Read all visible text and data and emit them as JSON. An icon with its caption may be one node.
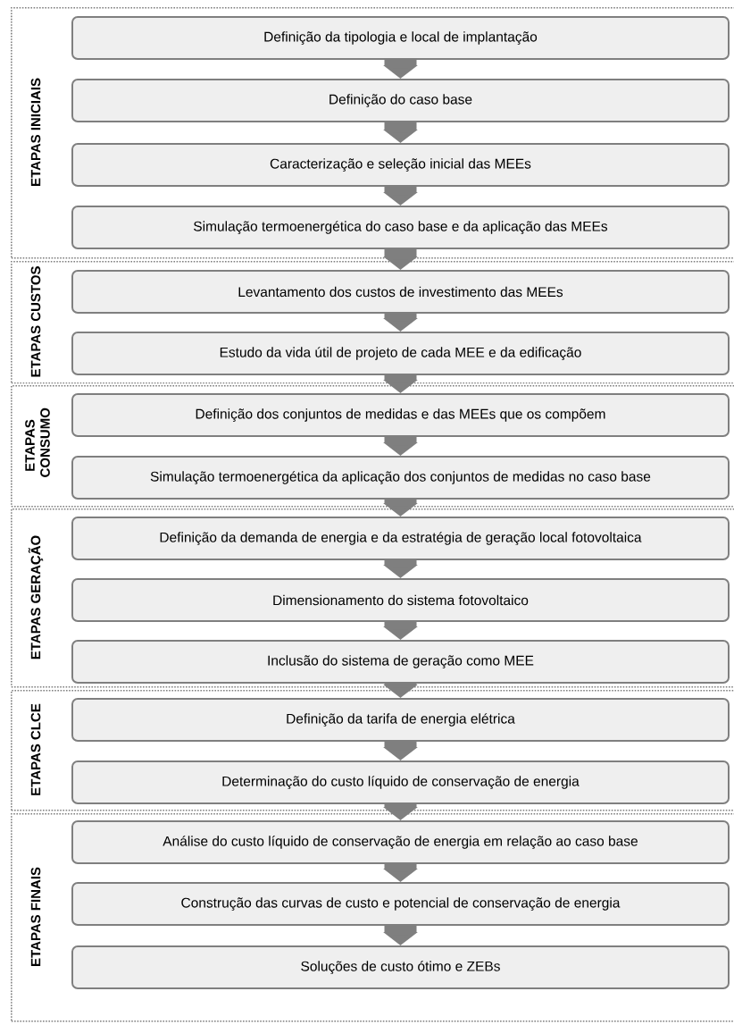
{
  "diagram": {
    "nodes": [
      {
        "text": [
          "ETAPAS INICIAIS"
        ]
      },
      {
        "text": [
          "Definição da tipologia e local de implantação"
        ],
        "in": 0
      },
      {
        "text": [
          "Definição do caso base"
        ],
        "in": 0
      },
      {
        "text": [
          "Caracterização e seleção inicial das MEEs"
        ],
        "in": 0
      },
      {
        "text": [
          "Simulação termoenergética do caso base e da aplicação das MEEs"
        ],
        "in": 0
      },
      {
        "text": [
          "ETAPAS CUSTOS"
        ]
      },
      {
        "text": [
          "Levantamento dos custos de investimento das MEEs"
        ],
        "in": 5
      },
      {
        "text": [
          "Estudo da vida útil de projeto de cada MEE e da edificação"
        ],
        "in": 5
      },
      {
        "text": [
          "ETAPAS CONSUMO"
        ]
      },
      {
        "text": [
          "Definição dos conjuntos de medidas e das MEEs que os compõem"
        ],
        "in": 8
      },
      {
        "text": [
          "Simulação termoenergética da aplicação dos conjuntos de medidas no caso base"
        ],
        "in": 8
      },
      {
        "text": [
          "ETAPAS GERAÇÃO"
        ]
      },
      {
        "text": [
          "Definição da demanda de energia e da estratégia de geração local fotovoltaica"
        ],
        "in": 11
      },
      {
        "text": [
          "Dimensionamento do sistema fotovoltaico"
        ],
        "in": 11
      },
      {
        "text": [
          "Inclusão do sistema de geração como MEE"
        ],
        "in": 11
      },
      {
        "text": [
          "ETAPAS CLCE"
        ]
      },
      {
        "text": [
          "Definição da tarifa de energia elétrica"
        ],
        "in": 15
      },
      {
        "text": [
          "Determinação do custo líquido de conservação de energia"
        ],
        "in": 15
      },
      {
        "text": [
          "ETAPAS FINAIS"
        ]
      },
      {
        "text": [
          "Análise do custo líquido de conservação de energia em relação ao caso base"
        ],
        "in": 18
      },
      {
        "text": [
          "Construção das curvas de custo e potencial de conservação de energia"
        ],
        "in": 18
      },
      {
        "text": [
          "Soluções de custo ótimo e ZEBs"
        ],
        "in": 18
      }
    ],
    "edges": [
      {
        "from": 1,
        "to": 2,
        "arrow": "to"
      },
      {
        "from": 2,
        "to": 3,
        "arrow": "to"
      },
      {
        "from": 3,
        "to": 4,
        "arrow": "to"
      },
      {
        "from": 4,
        "to": 6,
        "arrow": "to"
      },
      {
        "from": 6,
        "to": 7,
        "arrow": "to"
      },
      {
        "from": 7,
        "to": 9,
        "arrow": "to"
      },
      {
        "from": 9,
        "to": 10,
        "arrow": "to"
      },
      {
        "from": 10,
        "to": 12,
        "arrow": "to"
      },
      {
        "from": 12,
        "to": 13,
        "arrow": "to"
      },
      {
        "from": 13,
        "to": 14,
        "arrow": "to"
      },
      {
        "from": 14,
        "to": 16,
        "arrow": "to"
      },
      {
        "from": 16,
        "to": 17,
        "arrow": "to"
      },
      {
        "from": 17,
        "to": 19,
        "arrow": "to"
      },
      {
        "from": 19,
        "to": 20,
        "arrow": "to"
      },
      {
        "from": 20,
        "to": 21,
        "arrow": "to"
      }
    ]
  }
}
